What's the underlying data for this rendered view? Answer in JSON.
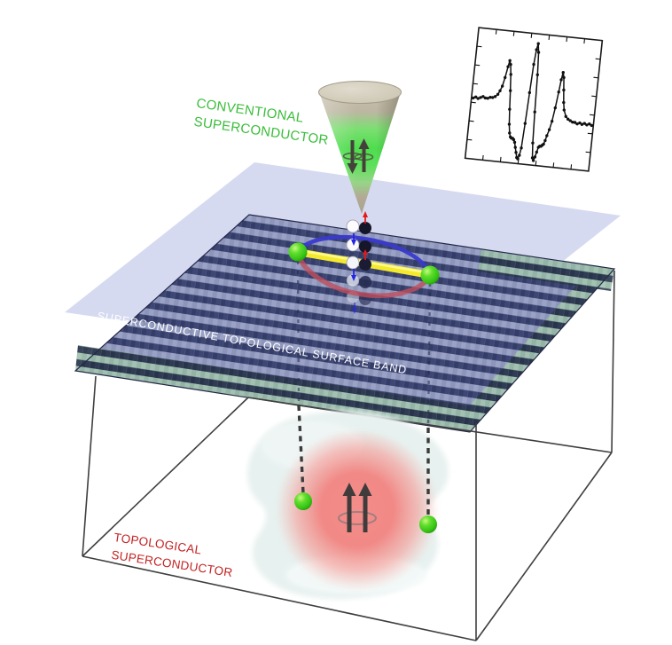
{
  "figure": {
    "background": "#ffffff",
    "labels": {
      "tip": {
        "line1": "CONVENTIONAL",
        "line2": "SUPERCONDUCTOR",
        "color": "#3abd3a"
      },
      "surface": {
        "text": "SUPERCONDUCTIVE TOPOLOGICAL SURFACE BAND",
        "color": "#ffffff"
      },
      "bulk": {
        "line1": "TOPOLOGICAL",
        "line2": "SUPERCONDUCTOR",
        "color": "#c32222"
      }
    }
  },
  "chart_data": {
    "type": "line",
    "title": "",
    "xlabel": "",
    "ylabel": "",
    "legend": [],
    "frame": "closed box with inward tick marks on all four edges, no numeric labels",
    "marker": "filled-circle",
    "line_color": "#111111",
    "xlim": [
      0,
      1
    ],
    "ylim": [
      0,
      1
    ],
    "x_normalized": [
      0.0,
      0.02,
      0.04,
      0.06,
      0.08,
      0.1,
      0.12,
      0.14,
      0.16,
      0.18,
      0.2,
      0.215,
      0.23,
      0.245,
      0.26,
      0.27,
      0.28,
      0.29,
      0.3,
      0.31,
      0.32,
      0.33,
      0.34,
      0.35,
      0.36,
      0.37,
      0.38,
      0.39,
      0.4,
      0.41,
      0.42,
      0.43,
      0.44,
      0.45,
      0.46,
      0.47,
      0.48,
      0.49,
      0.5,
      0.51,
      0.52,
      0.53,
      0.54,
      0.55,
      0.56,
      0.57,
      0.58,
      0.59,
      0.6,
      0.61,
      0.62,
      0.63,
      0.64,
      0.655,
      0.67,
      0.685,
      0.7,
      0.71,
      0.72,
      0.73,
      0.74,
      0.75,
      0.76,
      0.78,
      0.8,
      0.82,
      0.84,
      0.86,
      0.88,
      0.9,
      0.92,
      0.94,
      0.96,
      0.98,
      1.0
    ],
    "y_normalized": [
      0.46,
      0.47,
      0.46,
      0.47,
      0.48,
      0.47,
      0.47,
      0.48,
      0.48,
      0.49,
      0.51,
      0.54,
      0.58,
      0.65,
      0.74,
      0.79,
      0.76,
      0.68,
      0.55,
      0.4,
      0.28,
      0.21,
      0.18,
      0.17,
      0.17,
      0.16,
      0.14,
      0.1,
      0.06,
      0.02,
      0.01,
      0.04,
      0.1,
      0.3,
      0.55,
      0.78,
      0.9,
      0.95,
      0.88,
      0.7,
      0.4,
      0.15,
      0.03,
      0.01,
      0.04,
      0.08,
      0.12,
      0.13,
      0.13,
      0.14,
      0.15,
      0.18,
      0.22,
      0.27,
      0.34,
      0.45,
      0.58,
      0.68,
      0.74,
      0.7,
      0.6,
      0.5,
      0.44,
      0.39,
      0.37,
      0.36,
      0.35,
      0.35,
      0.34,
      0.35,
      0.34,
      0.35,
      0.34,
      0.35,
      0.34
    ]
  },
  "colors": {
    "tip_label_green": "#3abd3a",
    "bulk_label_red": "#c32222",
    "surface_label_white": "#ffffff",
    "cone_glow_green": "#52dd52",
    "cone_body_tan": "#c2bba8",
    "lattice_dark_blue": "#3e4774",
    "lattice_light_blue": "#9aa3c6",
    "lattice_edge_teal": "#9fbfae",
    "upper_plane_lavender": "#d3d7f0",
    "pair_bar_yellow": "#f4e92c",
    "ring_back_blue": "#3a3ace",
    "ring_front_red": "#bf4d5c",
    "vortex_sphere_red": "#f38381",
    "vortex_halo_teal": "#e7f1ef",
    "bound_state_green": "#4ad41c",
    "spin_arrow_dark": "#45403a",
    "spectrum_line": "#111111"
  }
}
